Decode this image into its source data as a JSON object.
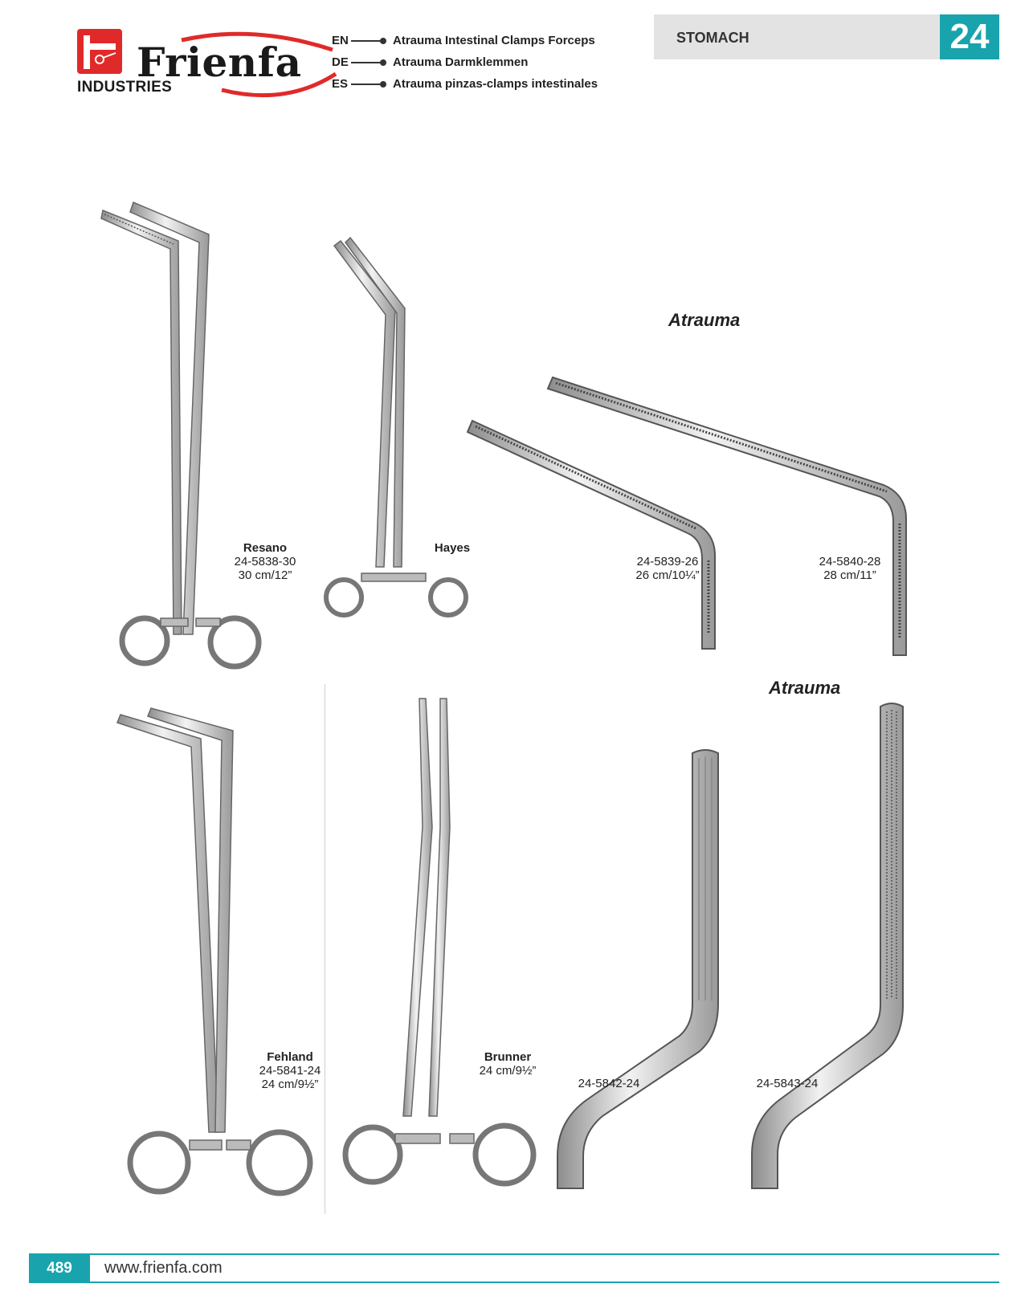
{
  "brand": {
    "name": "Frienfa",
    "subtitle": "INDUSTRIES",
    "colors": {
      "red": "#e02a2a",
      "teal": "#18a3ad"
    }
  },
  "languages": [
    {
      "code": "EN",
      "text": "Atrauma Intestinal Clamps Forceps"
    },
    {
      "code": "DE",
      "text": "Atrauma Darmklemmen"
    },
    {
      "code": "ES",
      "text": "Atrauma pinzas-clamps intestinales"
    }
  ],
  "section": {
    "title": "STOMACH",
    "number": "24"
  },
  "headings": {
    "atrauma_top": "Atrauma",
    "atrauma_bottom": "Atrauma"
  },
  "products": {
    "resano": {
      "name": "Resano",
      "code": "24-5838-30",
      "size": "30 cm/12”"
    },
    "hayes": {
      "name": "Hayes"
    },
    "jaw_26": {
      "code": "24-5839-26",
      "size": "26 cm/10¼”"
    },
    "jaw_28": {
      "code": "24-5840-28",
      "size": "28 cm/11”"
    },
    "fehland": {
      "name": "Fehland",
      "code": "24-5841-24",
      "size": "24 cm/9½”"
    },
    "brunner": {
      "name": "Brunner",
      "size": "24 cm/9½”"
    },
    "jaw_5842": {
      "code": "24-5842-24"
    },
    "jaw_5843": {
      "code": "24-5843-24"
    }
  },
  "footer": {
    "page": "489",
    "url": "www.frienfa.com"
  }
}
